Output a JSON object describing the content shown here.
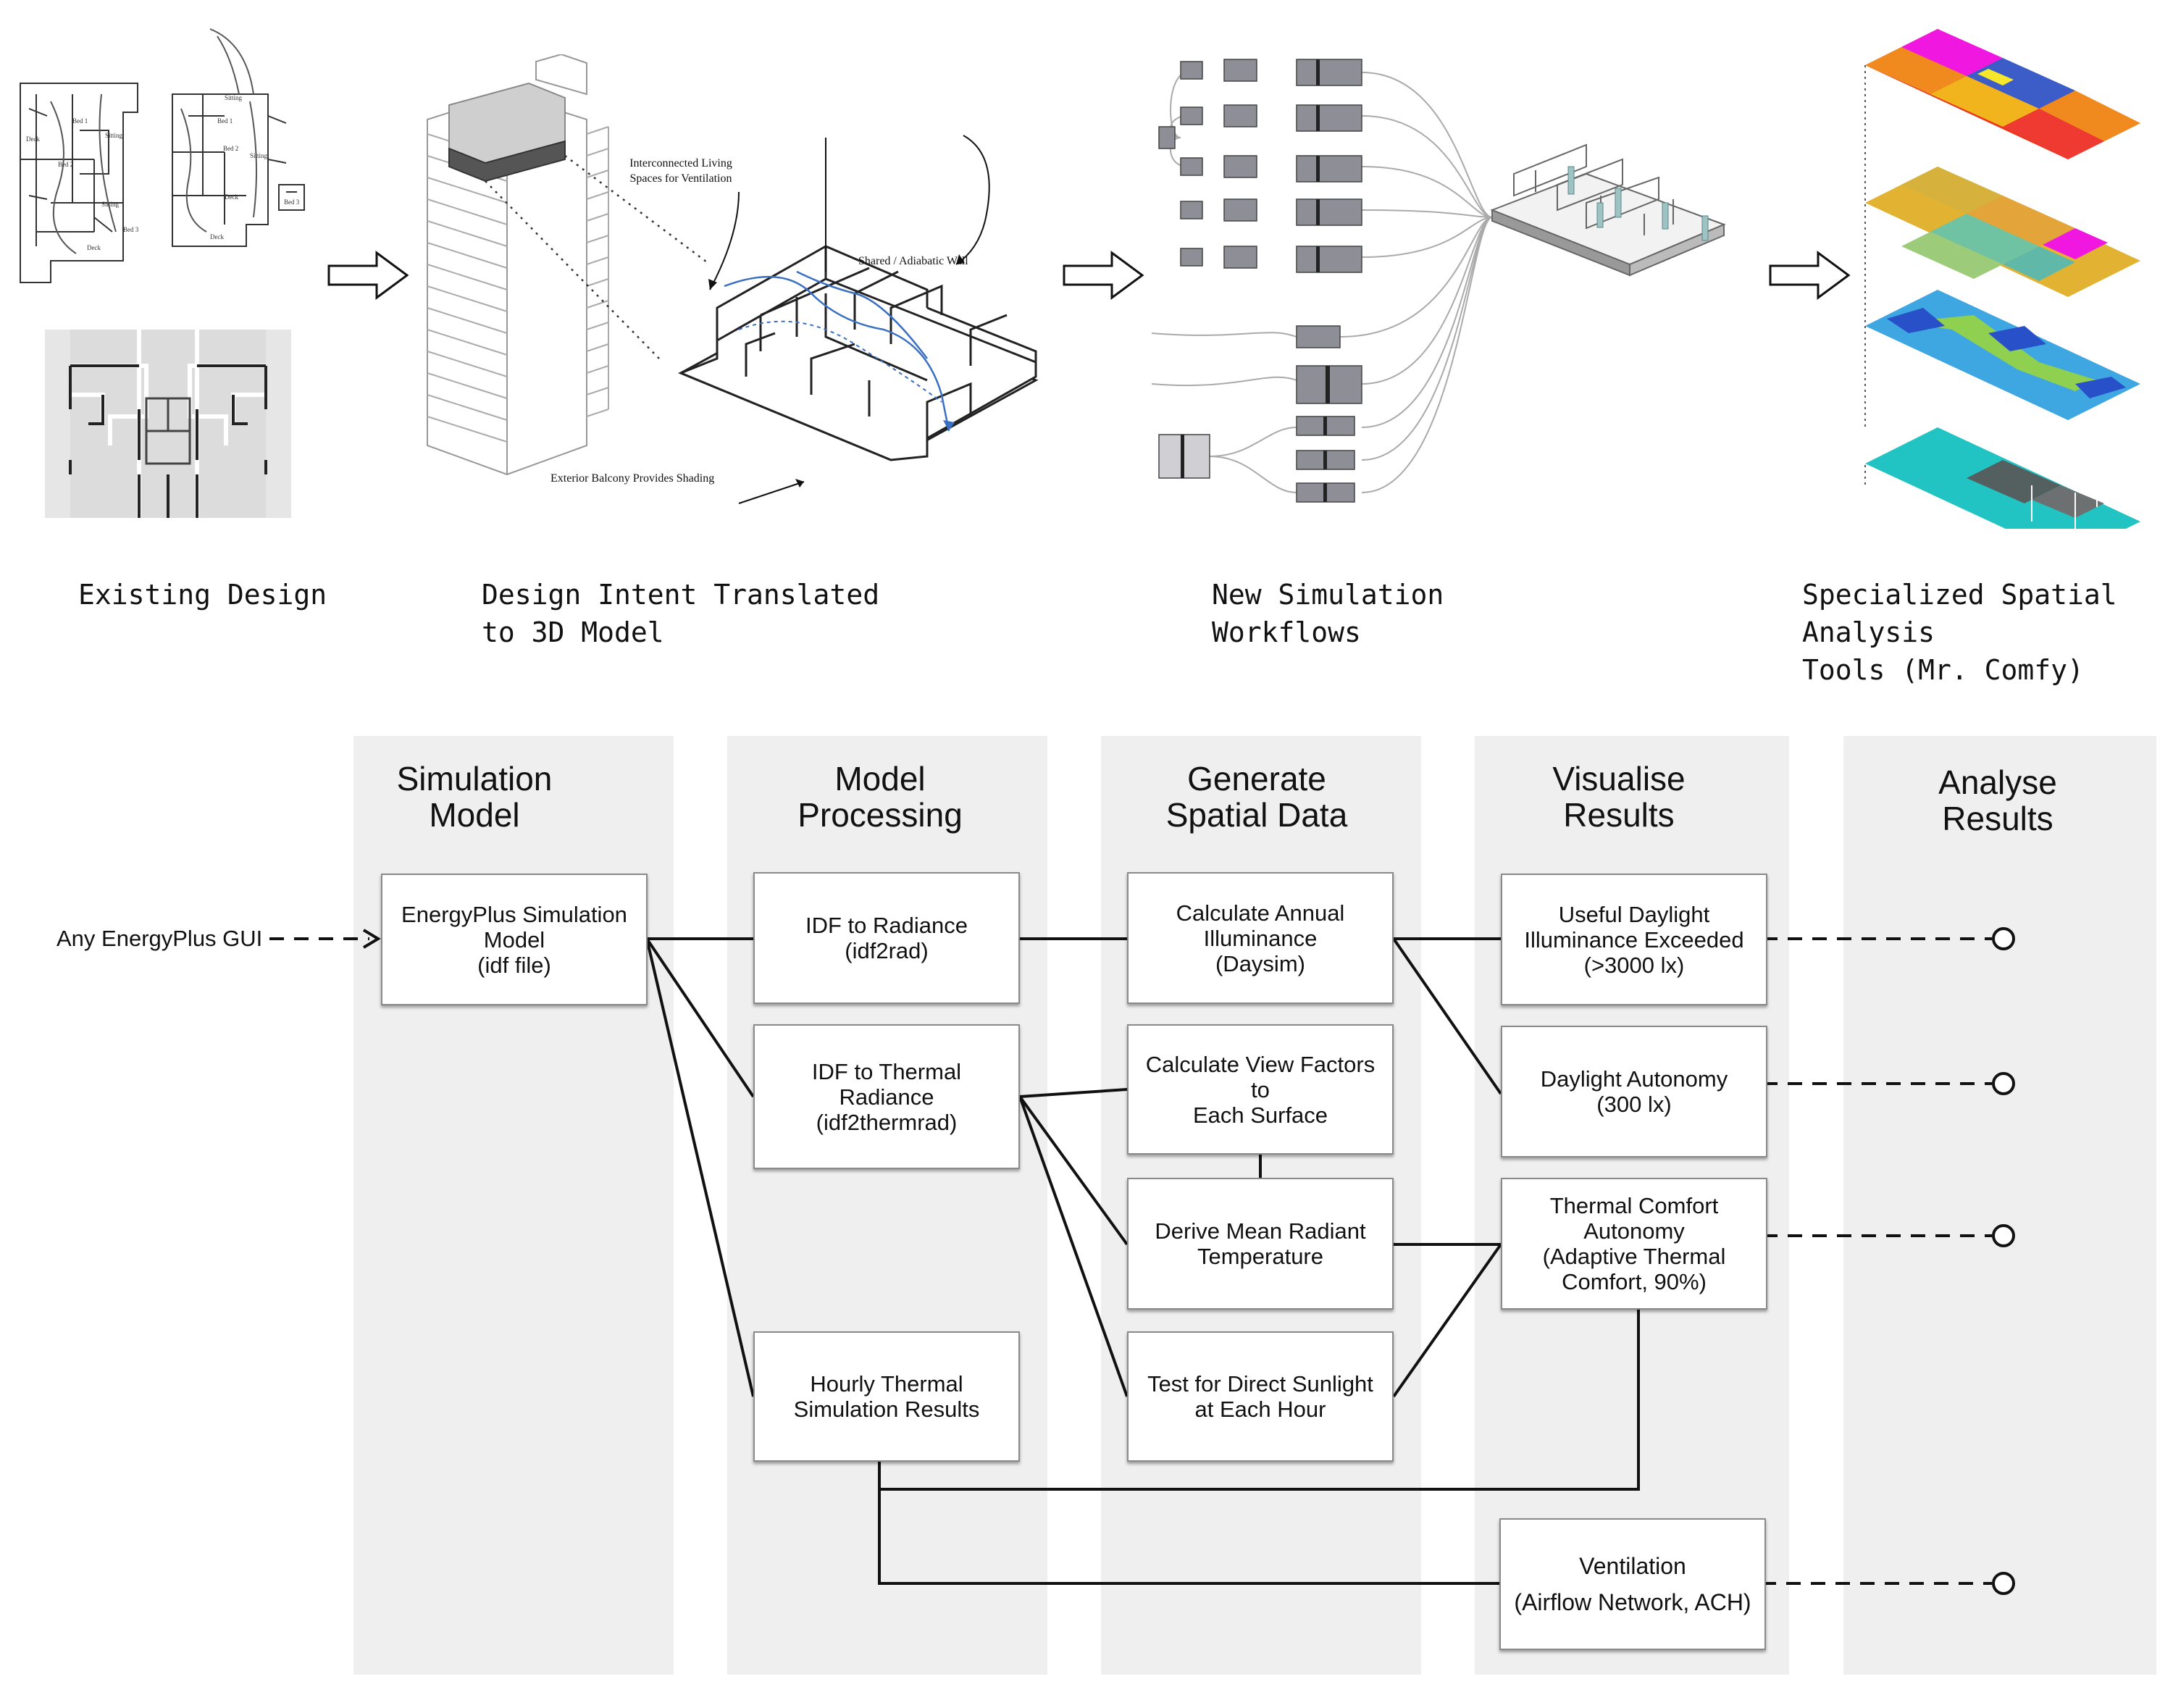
{
  "top_row": {
    "captions": [
      {
        "id": "existing",
        "text": "Existing Design"
      },
      {
        "id": "intent",
        "text": "Design Intent Translated\nto 3D Model"
      },
      {
        "id": "workflows",
        "text": "New Simulation\nWorkflows"
      },
      {
        "id": "spatial",
        "text": "Specialized Spatial Analysis\nTools (Mr. Comfy)"
      }
    ],
    "model_annotations": {
      "interconnected": "Interconnected Living\nSpaces for Ventilation",
      "shared_wall": "Shared / Adiabatic Wall",
      "balcony": "Exterior Balcony Provides Shading"
    },
    "sketch_labels": [
      "Bed 1",
      "Sitting",
      "Deck",
      "Bed 2",
      "Sitting",
      "Deck",
      "Bed 3",
      "Sitting",
      "Bed 1",
      "Bed 2",
      "Sitting",
      "Deck",
      "Bed 3",
      "Deck"
    ]
  },
  "columns": [
    {
      "id": "simulation-model",
      "title": "Simulation\nModel"
    },
    {
      "id": "model-processing",
      "title": "Model\nProcessing"
    },
    {
      "id": "generate-spatial-data",
      "title": "Generate\nSpatial Data"
    },
    {
      "id": "visualise-results",
      "title": "Visualise\nResults"
    },
    {
      "id": "analyse-results",
      "title": "Analyse\nResults"
    }
  ],
  "input_label": "Any EnergyPlus GUI",
  "boxes": {
    "energyplus": "EnergyPlus Simulation\nModel\n(idf file)",
    "idf2rad": "IDF to Radiance\n(idf2rad)",
    "idf2thermrad": "IDF to Thermal Radiance\n(idf2thermrad)",
    "hourly": "Hourly Thermal\nSimulation Results",
    "annual": "Calculate Annual\nIlluminance\n(Daysim)",
    "viewfactors": "Calculate View Factors to\nEach Surface",
    "mrt": "Derive Mean Radiant\nTemperature",
    "sunlight": "Test for Direct Sunlight\nat Each Hour",
    "udi": "Useful Daylight\nIlluminance Exceeded\n(>3000 lx)",
    "da": "Daylight Autonomy\n(300 lx)",
    "tca": "Thermal Comfort\nAutonomy\n(Adaptive Thermal\nComfort, 90%)",
    "vent": "Ventilation\n(Airflow Network, ACH)"
  },
  "colors": {
    "column_bg": "#efefef",
    "box_border": "#8a8a8a",
    "line": "#111111",
    "heat_red": "#e8371c",
    "heat_orange": "#f08a1f",
    "heat_yellow": "#e2b233",
    "heat_magenta": "#f018e0",
    "heat_blue": "#3c5cc8",
    "heat_cyan": "#22c3c3",
    "heat_green": "#8fd050",
    "node_dark": "#70707a"
  }
}
